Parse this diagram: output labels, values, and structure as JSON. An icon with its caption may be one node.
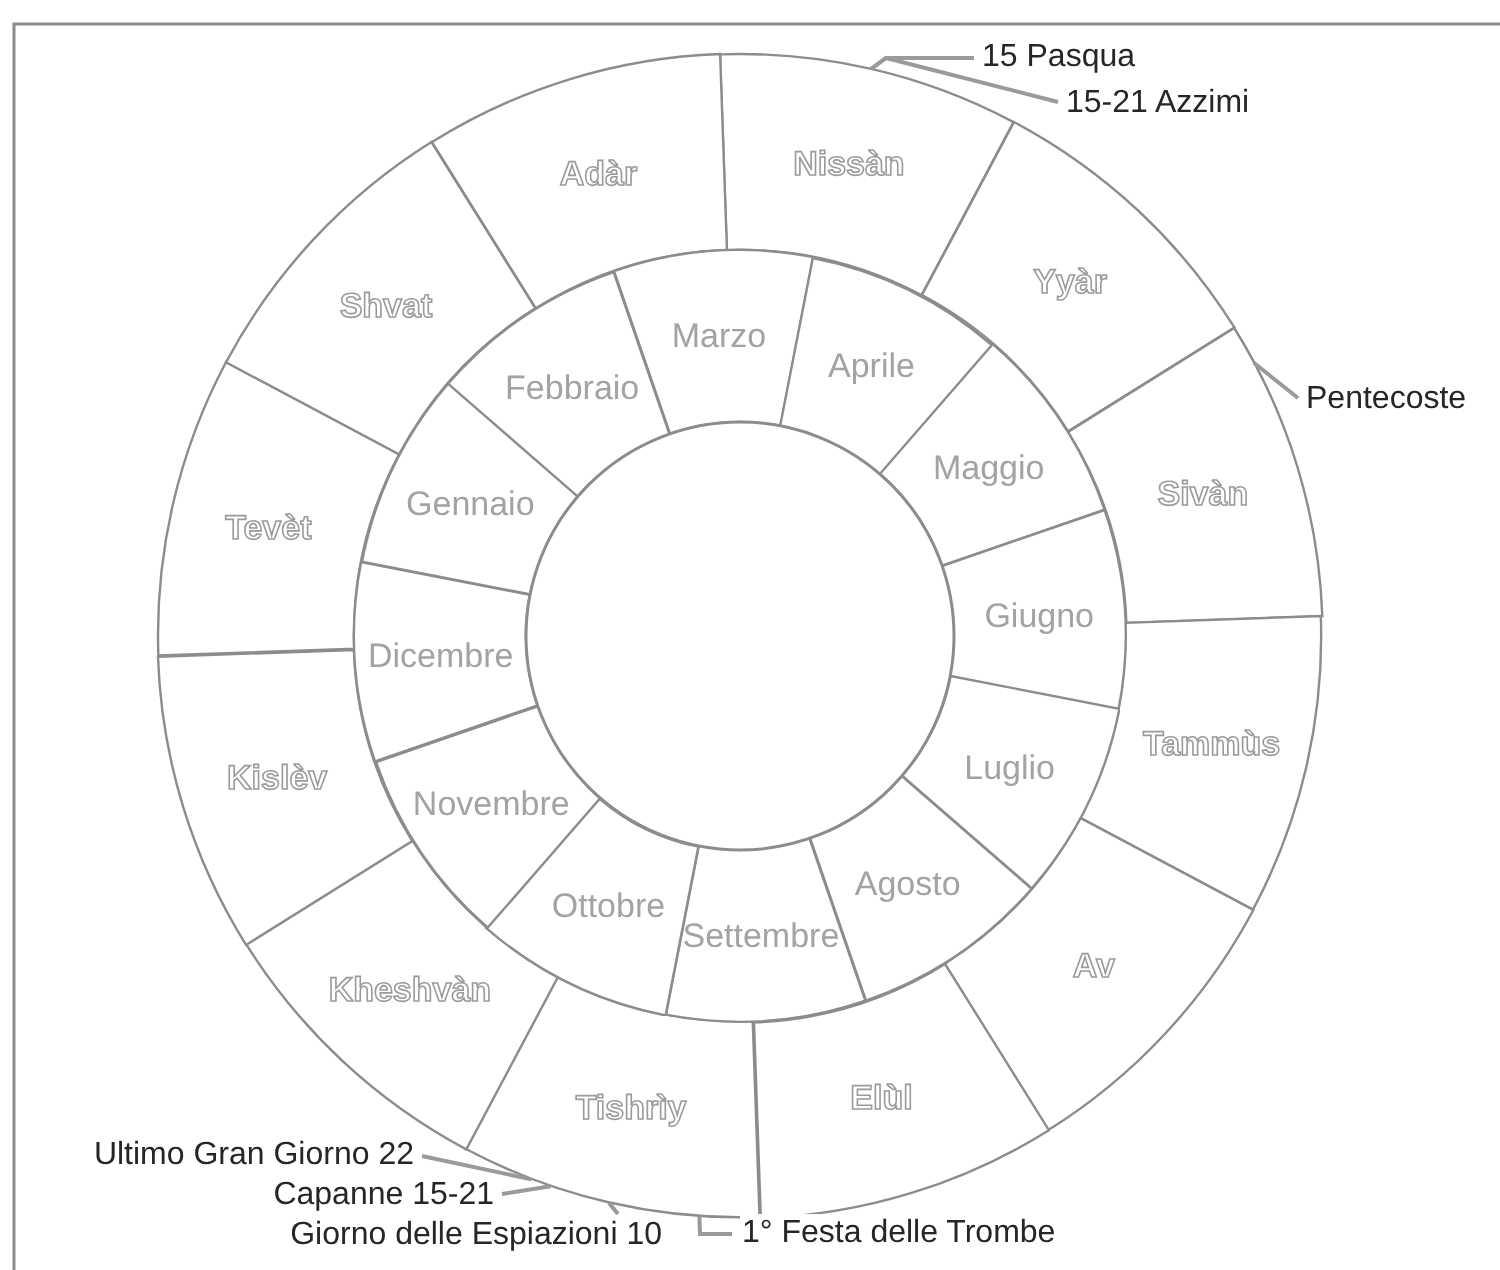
{
  "diagram": {
    "nodes": [
      {
        "text": [
          "15 Pasqua"
        ]
      },
      {
        "text": [
          "15-21 Azzimi"
        ]
      },
      {
        "text": [
          "Pentecoste"
        ]
      },
      {
        "text": [
          "Nissàn"
        ]
      },
      {
        "text": [
          "Yyàr"
        ]
      },
      {
        "text": [
          "Sivàn"
        ]
      },
      {
        "text": [
          "Tammùs"
        ]
      },
      {
        "text": [
          "Av"
        ]
      },
      {
        "text": [
          "Elùl"
        ]
      },
      {
        "text": [
          "Tishrìy"
        ]
      },
      {
        "text": [
          "Kheshvàn"
        ]
      },
      {
        "text": [
          "Kislèv"
        ]
      },
      {
        "text": [
          "Tevèt"
        ]
      },
      {
        "text": [
          "Shvat"
        ]
      },
      {
        "text": [
          "Adàr"
        ]
      },
      {
        "text": [
          "Marzo"
        ]
      },
      {
        "text": [
          "Aprile"
        ]
      },
      {
        "text": [
          "Maggio"
        ]
      },
      {
        "text": [
          "Giugno"
        ]
      },
      {
        "text": [
          "Luglio"
        ]
      },
      {
        "text": [
          "Agosto"
        ]
      },
      {
        "text": [
          "Settembre"
        ]
      },
      {
        "text": [
          "Ottobre"
        ]
      },
      {
        "text": [
          "Novembre"
        ]
      },
      {
        "text": [
          "Dicembre"
        ]
      },
      {
        "text": [
          "Gennaio"
        ]
      },
      {
        "text": [
          "Febbraio"
        ]
      },
      {
        "text": [],
        "shape": "circle"
      },
      {
        "text": [
          "Ultimo Gran Giorno 22"
        ]
      },
      {
        "text": [
          "Capanne 15-21"
        ]
      },
      {
        "text": [
          "Giorno delle Espiazioni 10"
        ]
      },
      {
        "text": [
          "1° Festa delle Trombe"
        ]
      }
    ],
    "edges": [
      {
        "from": 0,
        "to": 3,
        "arrow": "none"
      },
      {
        "from": 1,
        "to": 3,
        "arrow": "none"
      },
      {
        "from": 2,
        "to": 5,
        "arrow": "none"
      },
      {
        "from": 28,
        "to": 9,
        "arrow": "none"
      },
      {
        "from": 29,
        "to": 9,
        "arrow": "none"
      },
      {
        "from": 30,
        "to": 9,
        "arrow": "none"
      },
      {
        "from": 31,
        "to": 9,
        "arrow": "none"
      }
    ]
  }
}
